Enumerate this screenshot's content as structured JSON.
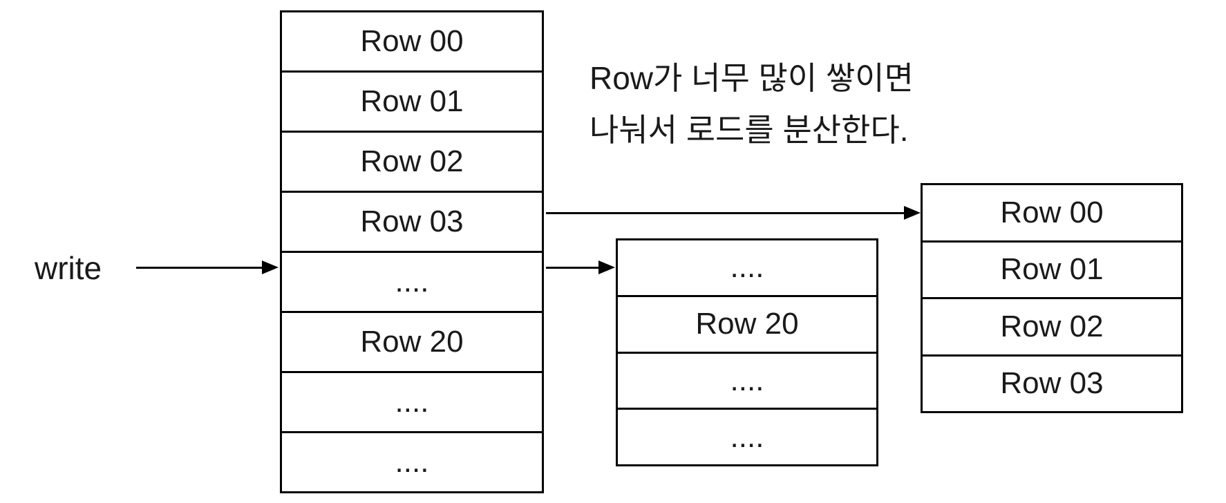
{
  "diagram": {
    "write_label": "write",
    "annotation": {
      "line1": "Row가 너무 많이 쌓이면",
      "line2": "나눠서 로드를 분산한다."
    },
    "main_table": {
      "rows": [
        "Row 00",
        "Row 01",
        "Row 02",
        "Row 03",
        "....",
        "Row 20",
        "....",
        "...."
      ]
    },
    "split_table_1": {
      "rows": [
        "....",
        "Row 20",
        "....",
        "...."
      ]
    },
    "split_table_2": {
      "rows": [
        "Row 00",
        "Row 01",
        "Row 02",
        "Row 03"
      ]
    },
    "colors": {
      "background": "#ffffff",
      "line": "#000000",
      "text": "#1a1a1a"
    }
  }
}
